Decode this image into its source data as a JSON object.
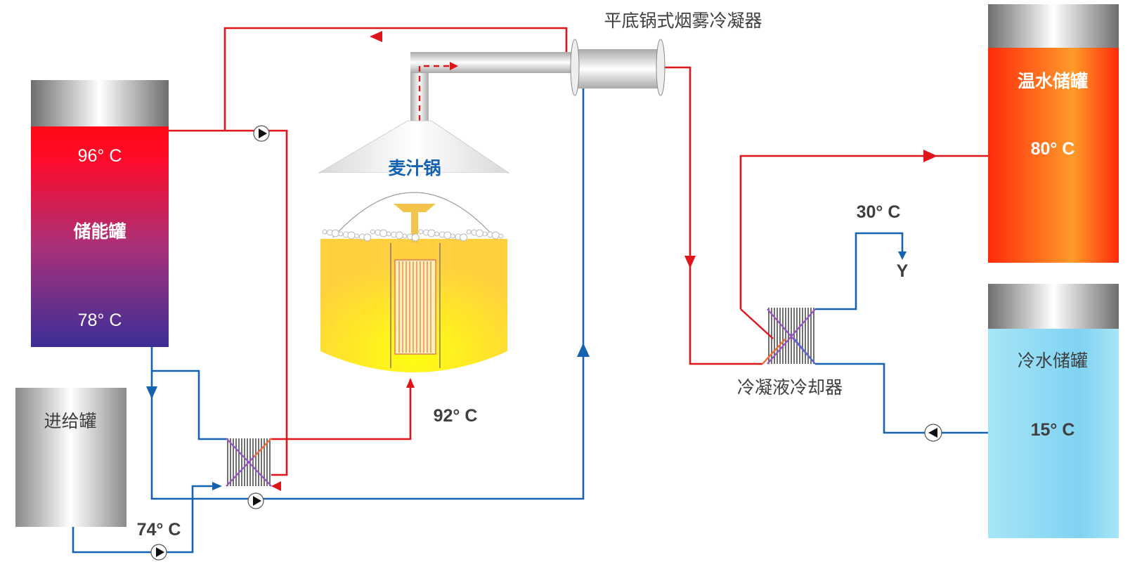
{
  "tanks": {
    "storage": {
      "label": "储能罐",
      "temp_top": "96° C",
      "temp_bottom": "78° C"
    },
    "feed": {
      "label": "进给罐"
    },
    "warm_water": {
      "label": "温水储罐",
      "temp": "80° C"
    },
    "cold_water": {
      "label": "冷水储罐",
      "temp": "15° C"
    }
  },
  "equipment": {
    "wort_kettle": "麦汁锅",
    "vapor_condenser": "平底锅式烟雾冷凝器",
    "condensate_cooler": "冷凝液冷却器"
  },
  "labels": {
    "feed_temp": "74° C",
    "kettle_inlet_temp": "92° C",
    "outlet_temp": "30° C",
    "outlet_mark": "Y"
  },
  "colors": {
    "hot_pipe": "#e0141b",
    "cold_pipe": "#1462b0",
    "kettle_liquid": "#fff200",
    "warm_tank": "#ff4a1a",
    "cold_tank": "#8fd9f3"
  }
}
